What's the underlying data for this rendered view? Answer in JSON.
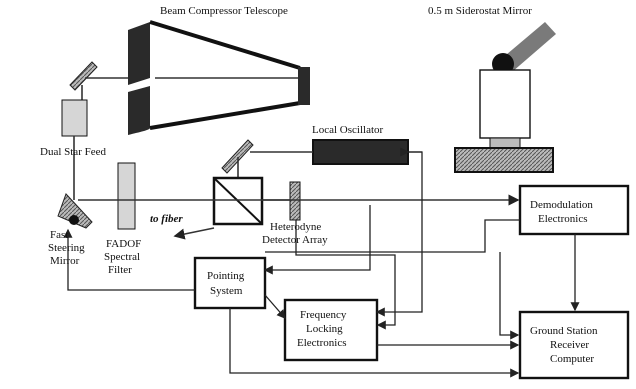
{
  "labels": {
    "telescope": "Beam Compressor Telescope",
    "siderostat": "0.5 m Siderostat Mirror",
    "dual_star_feed": "Dual Star Feed",
    "local_oscillator": "Local Oscillator",
    "fast_steering_line1": "Fast",
    "fast_steering_line2": "Steering",
    "fast_steering_line3": "Mirror",
    "to_fiber": "to fiber",
    "fadof_line1": "FADOF",
    "fadof_line2": "Spectral",
    "fadof_line3": "Filter",
    "heterodyne_line1": "Heterodyne",
    "heterodyne_line2": "Detector Array",
    "demod_line1": "Demodulation",
    "demod_line2": "Electronics",
    "pointing_line1": "Pointing",
    "pointing_line2": "System",
    "freq_line1": "Frequency",
    "freq_line2": "Locking",
    "freq_line3": "Electronics",
    "ground_line1": "Ground Station",
    "ground_line2": "Receiver",
    "ground_line3": "Computer"
  },
  "colors": {
    "ink": "#111111",
    "dark_fill": "#2a2a2a",
    "hatch_fill": "#777777",
    "light_fill": "#d6d6d6"
  }
}
